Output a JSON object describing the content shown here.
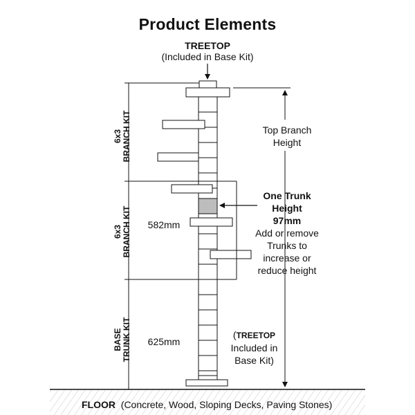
{
  "title": "Product Elements",
  "treetop": {
    "heading": "TREETOP",
    "note": "(Included in Base Kit)"
  },
  "kits": [
    {
      "line1": "6x3",
      "line2": "BRANCH KIT"
    },
    {
      "line1": "6x3",
      "line2": "BRANCH KIT"
    },
    {
      "line1": "BASE",
      "line2": "TRUNK KIT"
    }
  ],
  "measurements": {
    "branch": "582mm",
    "base": "625mm"
  },
  "top_branch": {
    "line1": "Top Branch",
    "line2": "Height"
  },
  "trunk_info": {
    "heading1": "One Trunk",
    "heading2": "Height",
    "value": "97mm",
    "desc1": "Add or remove",
    "desc2": "Trunks to",
    "desc3": "increase or",
    "desc4": "reduce height"
  },
  "bottom_note": {
    "open": "(",
    "heading": "TREETOP",
    "line2": "Included in",
    "line3": "Base Kit)"
  },
  "floor": {
    "label": "FLOOR",
    "materials": "(Concrete, Wood, Sloping Decks, Paving Stones)"
  },
  "colors": {
    "line": "#111111",
    "fill": "#ffffff",
    "highlight": "#bdbdbd"
  }
}
